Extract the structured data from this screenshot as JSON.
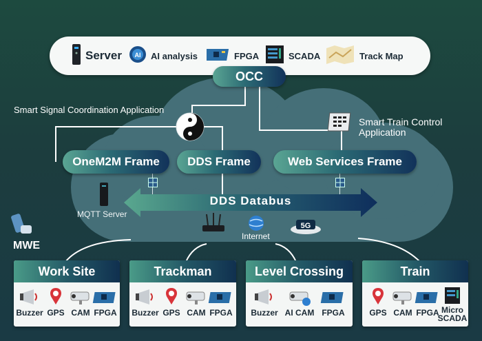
{
  "top_bar": {
    "items": [
      {
        "label": "Server",
        "icon": "server-icon"
      },
      {
        "label": "AI analysis",
        "icon": "ai-chip-icon"
      },
      {
        "label": "FPGA",
        "icon": "fpga-board-icon"
      },
      {
        "label": "SCADA",
        "icon": "scada-rack-icon"
      },
      {
        "label": "Track Map",
        "icon": "track-map-icon"
      }
    ]
  },
  "occ": {
    "label": "OCC"
  },
  "labels": {
    "smart_signal": "Smart Signal Coordination Application",
    "smart_train_line1": "Smart Train Control",
    "smart_train_line2": "Application",
    "mqtt": "MQTT Server",
    "internet": "Internet",
    "mwe": "MWE",
    "databus": "DDS Databus"
  },
  "frames": [
    {
      "label": "OneM2M Frame"
    },
    {
      "label": "DDS Frame"
    },
    {
      "label": "Web Services Frame"
    }
  ],
  "panels": [
    {
      "title": "Work Site",
      "devices": [
        "Buzzer",
        "GPS",
        "CAM",
        "FPGA"
      ]
    },
    {
      "title": "Trackman",
      "devices": [
        "Buzzer",
        "GPS",
        "CAM",
        "FPGA"
      ]
    },
    {
      "title": "Level Crossing",
      "devices": [
        "Buzzer",
        "AI CAM",
        "FPGA"
      ]
    },
    {
      "title": "Train",
      "devices": [
        "GPS",
        "CAM",
        "FPGA",
        "Micro",
        "SCADA"
      ]
    }
  ],
  "colors": {
    "background": "#1d4a3f",
    "cloud": "#456f78",
    "pill_start": "#5aa593",
    "pill_end": "#12325a",
    "panel": "#f4f6f5",
    "text_dark": "#1b2a35"
  }
}
